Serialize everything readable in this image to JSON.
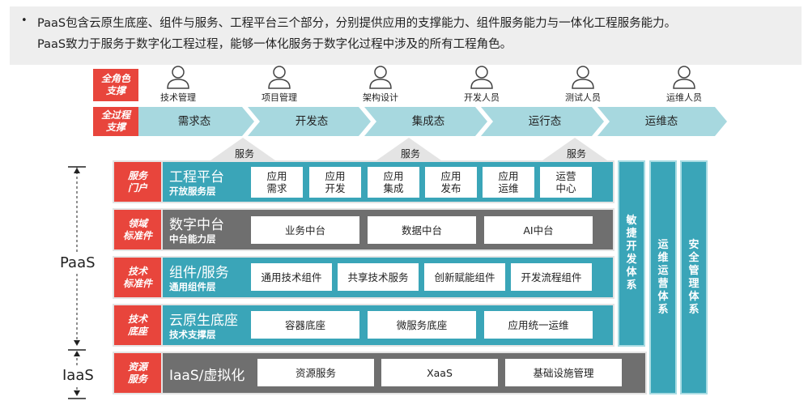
{
  "intro": {
    "bullet": "•",
    "line1": "PaaS包含云原生底座、组件与服务、工程平台三个部分，分别提供应用的支撑能力、组件服务能力与一体化工程服务能力。",
    "line2": "PaaS致力于服务于数字化工程过程，能够一体化服务于数字化过程中涉及的所有工程角色。"
  },
  "roles": {
    "label": "全角色\n支撑",
    "items": [
      "技术管理",
      "项目管理",
      "架构设计",
      "开发人员",
      "测试人员",
      "运维人员"
    ]
  },
  "process": {
    "label": "全过程\n支撑",
    "stages": [
      "需求态",
      "开发态",
      "集成态",
      "运行态",
      "运维态"
    ]
  },
  "service_labels": [
    "服务",
    "服务",
    "服务"
  ],
  "layers": {
    "portal": {
      "tag": "服务\n门户",
      "title": "工程平台",
      "subtitle": "开放服务层",
      "boxes": [
        "应用\n需求",
        "应用\n开发",
        "应用\n集成",
        "应用\n发布",
        "应用\n运维",
        "运营\n中心"
      ]
    },
    "domain": {
      "tag": "领域\n标准件",
      "title": "数字中台",
      "subtitle": "中台能力层",
      "boxes": [
        "业务中台",
        "数据中台",
        "AI中台"
      ]
    },
    "component": {
      "tag": "技术\n标准件",
      "title": "组件/服务",
      "subtitle": "通用组件层",
      "boxes": [
        "通用技术组件",
        "共享技术服务",
        "创新赋能组件",
        "开发流程组件"
      ]
    },
    "base": {
      "tag": "技术\n底座",
      "title": "云原生底座",
      "subtitle": "技术支撑层",
      "boxes": [
        "容器底座",
        "微服务底座",
        "应用统一运维"
      ]
    },
    "resource": {
      "tag": "资源\n服务",
      "title": "IaaS/虚拟化",
      "boxes": [
        "资源服务",
        "XaaS",
        "基础设施管理"
      ]
    }
  },
  "side_columns": [
    "敏\n捷\n开\n发\n体\n系",
    "运\n维\n运\n营\n体\n系",
    "安\n全\n管\n理\n体\n系"
  ],
  "axis": {
    "paas": "PaaS",
    "iaas": "IaaS"
  },
  "colors": {
    "red": "#e8453c",
    "teal": "#3aa5b8",
    "gray": "#6f6f6f",
    "chevron": "#a7d8df"
  }
}
